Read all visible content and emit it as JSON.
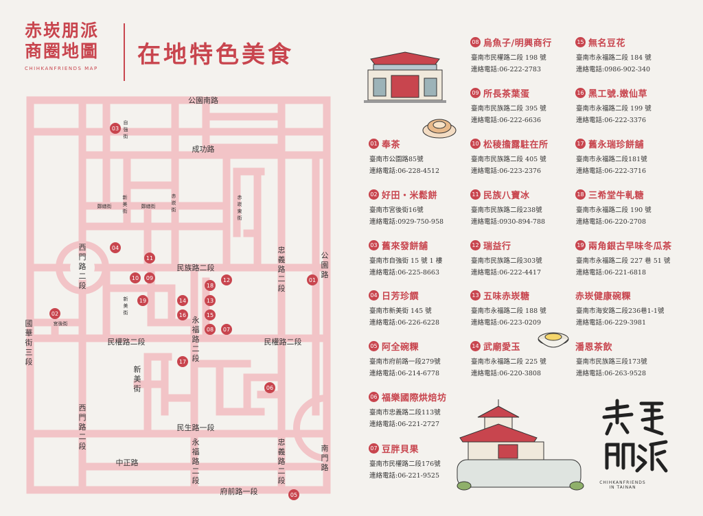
{
  "header": {
    "brand_zh": "赤崁朋派\n商圈地圖",
    "brand_en": "CHIHKANFRIENDS MAP",
    "title": "在地特色美食"
  },
  "map": {
    "streets": [
      {
        "id": "gongyuan-s",
        "text": "公園南路"
      },
      {
        "id": "chenggong",
        "text": "成功路"
      },
      {
        "id": "minzu",
        "text": "民族路二段"
      },
      {
        "id": "minquan-l",
        "text": "民權路二段"
      },
      {
        "id": "minquan-r",
        "text": "民權路二段"
      },
      {
        "id": "minsheng",
        "text": "民生路一段"
      },
      {
        "id": "zhongzheng",
        "text": "中正路"
      },
      {
        "id": "fuqian",
        "text": "府前路一段"
      },
      {
        "id": "ximen-up",
        "text": "西門路二段"
      },
      {
        "id": "ximen-down",
        "text": "西門路二段"
      },
      {
        "id": "guohua",
        "text": "國華街三段"
      },
      {
        "id": "zhongyi-up",
        "text": "忠義路二段"
      },
      {
        "id": "zhongyi-down",
        "text": "忠義路二段"
      },
      {
        "id": "yongfu-up",
        "text": "永福路二段"
      },
      {
        "id": "yongfu-down",
        "text": "永福路二段"
      },
      {
        "id": "gongyuan-r",
        "text": "公園路"
      },
      {
        "id": "nanmen",
        "text": "南門路"
      },
      {
        "id": "xinmei-up",
        "text": "新美街"
      },
      {
        "id": "xinmei-mid",
        "text": "新美街"
      },
      {
        "id": "xinmei-low",
        "text": "新美街"
      },
      {
        "id": "ziqiang",
        "text": "自強街"
      },
      {
        "id": "gonghou",
        "text": "宮後街"
      },
      {
        "id": "zhengxing",
        "text": "鄭繕街"
      },
      {
        "id": "zhengxing2",
        "text": "鄭繕街"
      },
      {
        "id": "chikan",
        "text": "赤崁街"
      },
      {
        "id": "chikan-dong",
        "text": "赤崁東街"
      }
    ],
    "markers": [
      "01",
      "02",
      "03",
      "04",
      "05",
      "06",
      "07",
      "08",
      "09",
      "10",
      "11",
      "12",
      "13",
      "14",
      "15",
      "16",
      "17",
      "18",
      "19"
    ]
  },
  "shops": [
    {
      "num": "01",
      "name": "奉茶",
      "addr": "臺南市公園路85號",
      "phone": "連絡電話:06-228-4512"
    },
    {
      "num": "02",
      "name": "好田‧米鬆餅",
      "addr": "臺南市宮後街16號",
      "phone": "連絡電話:0929-750-958"
    },
    {
      "num": "03",
      "name": "舊來發餅舖",
      "addr": "臺南市自強街 15 號 1 樓",
      "phone": "連絡電話:06-225-8663"
    },
    {
      "num": "04",
      "name": "日芳珍饌",
      "addr": "臺南市新美街 145 號",
      "phone": "連絡電話:06-226-6228"
    },
    {
      "num": "05",
      "name": "阿全碗粿",
      "addr": "臺南市府前路一段279號",
      "phone": "連絡電話:06-214-6778"
    },
    {
      "num": "06",
      "name": "福樂國際烘焙坊",
      "addr": "臺南市忠義路二段113號",
      "phone": "連絡電話:06-221-2727"
    },
    {
      "num": "07",
      "name": "豆胖貝果",
      "addr": "臺南市民權路二段176號",
      "phone": "連絡電話:06-221-9525"
    },
    {
      "num": "08",
      "name": "烏魚子/明興商行",
      "addr": "臺南市民權路二段 198 號",
      "phone": "連絡電話:06-222-2783"
    },
    {
      "num": "09",
      "name": "所長茶葉蛋",
      "addr": "臺南市民族路二段 395 號",
      "phone": "連絡電話:06-222-6636"
    },
    {
      "num": "10",
      "name": "松稜擔露駐在所",
      "addr": "臺南市民族路二段 405 號",
      "phone": "連絡電話:06-223-2376"
    },
    {
      "num": "11",
      "name": "民族八寶冰",
      "addr": "臺南市民族路二段238號",
      "phone": "連絡電話:0930-894-788"
    },
    {
      "num": "12",
      "name": "瑞益行",
      "addr": "臺南市民族路二段303號",
      "phone": "連絡電話:06-222-4417"
    },
    {
      "num": "13",
      "name": "五味赤崁糖",
      "addr": "臺南市永福路二段 188 號",
      "phone": "連絡電話:06-223-0209"
    },
    {
      "num": "14",
      "name": "武廟愛玉",
      "addr": "臺南市永福路二段 225 號",
      "phone": "連絡電話:06-220-3808"
    },
    {
      "num": "15",
      "name": "無名豆花",
      "addr": "臺南市永福路二段 184 號",
      "phone": "連絡電話:0986-902-340"
    },
    {
      "num": "16",
      "name": "黑工號.嫩仙草",
      "addr": "臺南市永福路二段 199 號",
      "phone": "連絡電話:06-222-3376"
    },
    {
      "num": "17",
      "name": "舊永瑞珍餅舖",
      "addr": "臺南市永福路二段181號",
      "phone": "連絡電話:06-222-3716"
    },
    {
      "num": "18",
      "name": "三希堂牛軋糖",
      "addr": "臺南市永福路二段 190 號",
      "phone": "連絡電話:06-220-2708"
    },
    {
      "num": "19",
      "name": "兩角銀古早味冬瓜茶",
      "addr": "臺南市永福路二段 227 巷 51 號",
      "phone": "連絡電話:06-221-6818"
    },
    {
      "num": "",
      "name": "赤崁健康碗粿",
      "addr": "臺南市海安路二段236巷1-1號",
      "phone": "連絡電話:06-229-3981"
    },
    {
      "num": "",
      "name": "潘恩茶飲",
      "addr": "臺南市民族路三段173號",
      "phone": "連絡電話:06-263-9528"
    }
  ],
  "signature": {
    "zh": "赤嵌朋派",
    "en": "CHIHKANFRIENDS IN TAINAN"
  },
  "colors": {
    "accent": "#c8454e",
    "road": "#f2c4c7",
    "background": "#f4f2ee"
  }
}
